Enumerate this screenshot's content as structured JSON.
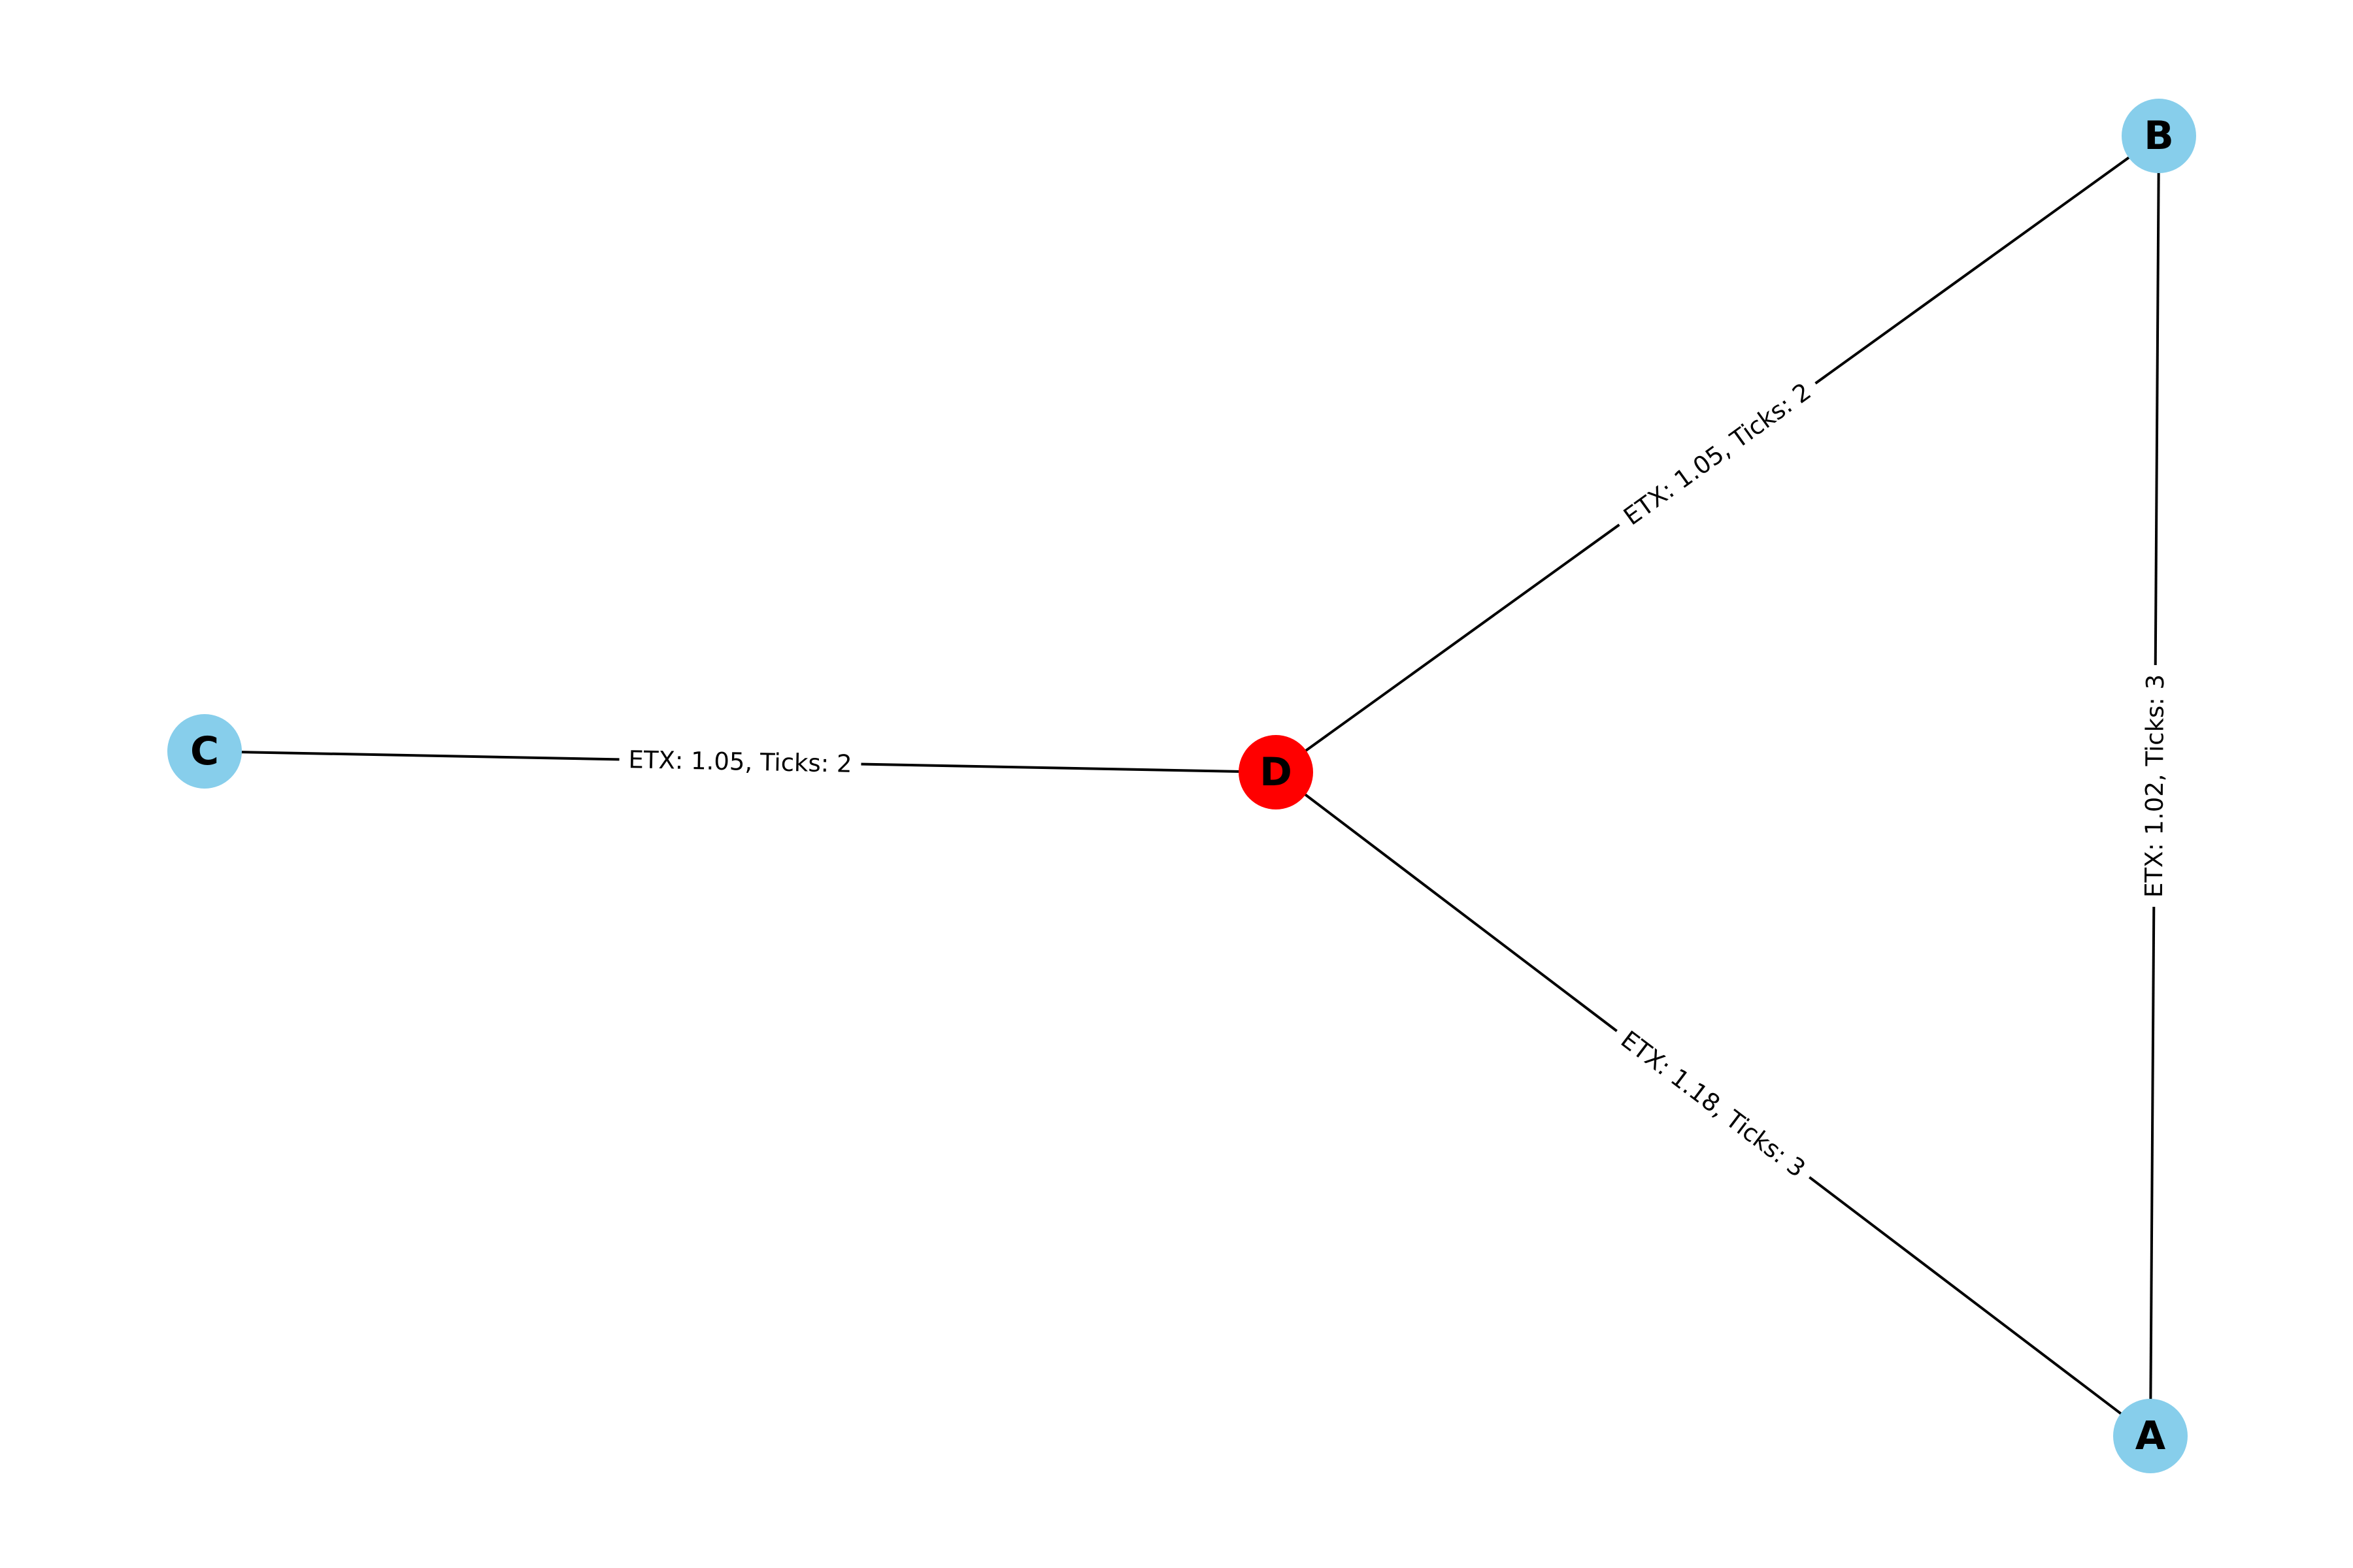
{
  "colors": {
    "node_default": "#87ceeb",
    "node_highlight": "#ff0000",
    "edge": "#000000",
    "background": "#ffffff"
  },
  "graph": {
    "nodes": [
      {
        "id": "A",
        "label": "A",
        "color": "#87ceeb"
      },
      {
        "id": "B",
        "label": "B",
        "color": "#87ceeb"
      },
      {
        "id": "C",
        "label": "C",
        "color": "#87ceeb"
      },
      {
        "id": "D",
        "label": "D",
        "color": "#ff0000"
      }
    ],
    "edges": [
      {
        "source": "C",
        "target": "D",
        "label": "ETX: 1.05, Ticks: 2"
      },
      {
        "source": "D",
        "target": "B",
        "label": "ETX: 1.05, Ticks: 2"
      },
      {
        "source": "B",
        "target": "A",
        "label": "ETX: 1.02, Ticks: 3"
      },
      {
        "source": "D",
        "target": "A",
        "label": "ETX: 1.18, Ticks: 3"
      }
    ]
  }
}
